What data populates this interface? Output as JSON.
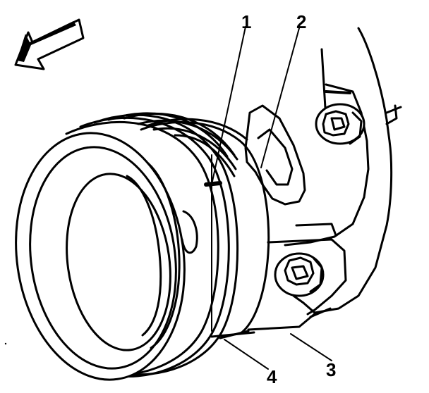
{
  "colors": {
    "ink": "#000000",
    "background": "#ffffff"
  },
  "icons": {
    "direction_arrow": "arrow-pointing-front-icon"
  },
  "callouts": [
    {
      "number": "1"
    },
    {
      "number": "2"
    },
    {
      "number": "3"
    },
    {
      "number": "4"
    }
  ]
}
